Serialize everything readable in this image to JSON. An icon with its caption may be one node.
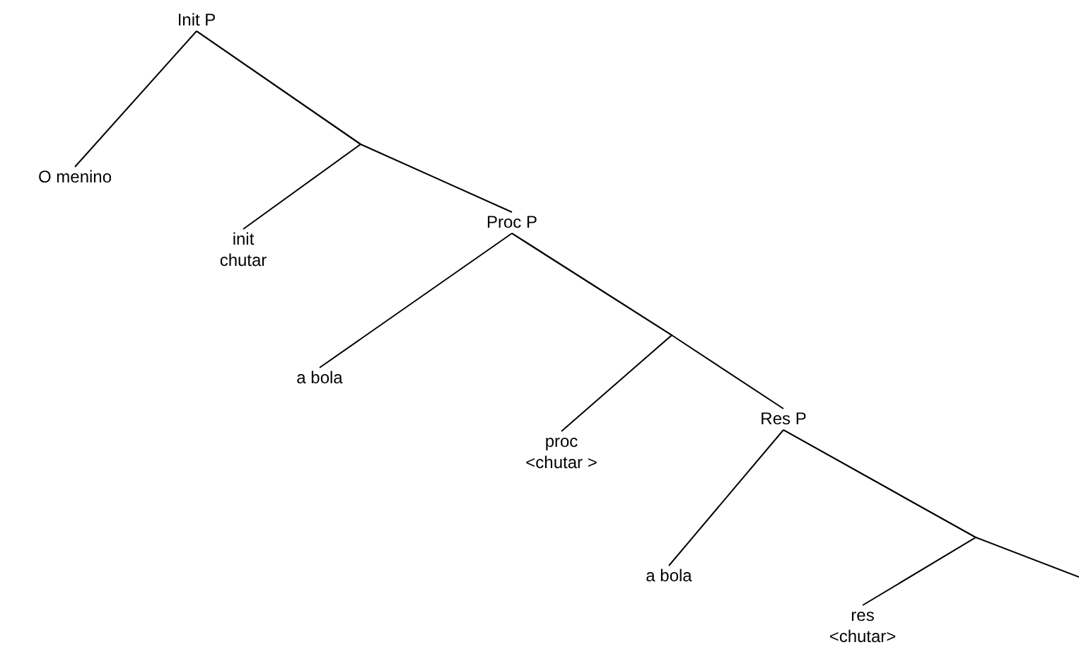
{
  "diagram": {
    "nodes": [
      {
        "text": [
          "Init P"
        ]
      },
      {
        "text": [
          "O menino"
        ]
      },
      {
        "text": [
          "init chutar"
        ]
      },
      {
        "text": [
          "Proc P"
        ]
      },
      {
        "text": [
          "a bola"
        ]
      },
      {
        "text": [
          "proc <chutar >"
        ]
      },
      {
        "text": [
          "Res P"
        ]
      },
      {
        "text": [
          "a bola"
        ]
      },
      {
        "text": [
          "res <chutar>"
        ]
      }
    ],
    "edges": [
      {
        "from": 0,
        "to": 1,
        "arrow": "none"
      },
      {
        "from": 0,
        "to": 2,
        "arrow": "none"
      },
      {
        "from": 0,
        "to": 3,
        "arrow": "none"
      },
      {
        "from": 3,
        "to": 4,
        "arrow": "none"
      },
      {
        "from": 3,
        "to": 5,
        "arrow": "none"
      },
      {
        "from": 3,
        "to": 6,
        "arrow": "none"
      },
      {
        "from": 6,
        "to": 7,
        "arrow": "none"
      },
      {
        "from": 6,
        "to": 8,
        "arrow": "none"
      },
      {
        "from": 6,
        "to": null,
        "arrow": "none"
      }
    ]
  }
}
